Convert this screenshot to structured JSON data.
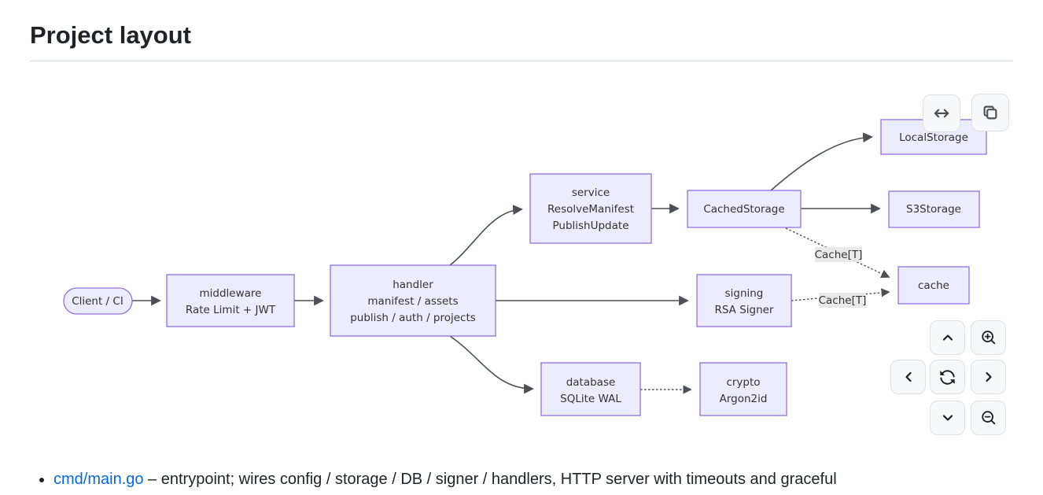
{
  "page": {
    "title": "Project layout"
  },
  "diagram": {
    "colors": {
      "node_fill": "#ECECFF",
      "node_stroke": "#9370DB",
      "node_text": "#333333",
      "edge": "#4b5056",
      "edge_label_bg": "#e8e8e8"
    },
    "nodes": {
      "client": {
        "lines": [
          "Client / CI"
        ]
      },
      "middleware": {
        "lines": [
          "middleware",
          "Rate Limit + JWT"
        ]
      },
      "handler": {
        "lines": [
          "handler",
          "manifest / assets",
          "publish / auth / projects"
        ]
      },
      "service": {
        "lines": [
          "service",
          "ResolveManifest",
          "PublishUpdate"
        ]
      },
      "cached_storage": {
        "lines": [
          "CachedStorage"
        ]
      },
      "local_storage": {
        "lines": [
          "LocalStorage"
        ]
      },
      "s3_storage": {
        "lines": [
          "S3Storage"
        ]
      },
      "cache": {
        "lines": [
          "cache"
        ]
      },
      "signing": {
        "lines": [
          "signing",
          "RSA Signer"
        ]
      },
      "database": {
        "lines": [
          "database",
          "SQLite WAL"
        ]
      },
      "crypto": {
        "lines": [
          "crypto",
          "Argon2id"
        ]
      }
    },
    "edge_labels": [
      "Cache[T]",
      "Cache[T]"
    ]
  },
  "controls": {
    "icons": {
      "expand": "↔",
      "copy": "⧉",
      "pan_up": "˄",
      "pan_down": "˅",
      "pan_left": "‹",
      "pan_right": "›",
      "reset": "⟳",
      "zoom_in": "⊕",
      "zoom_out": "⊖"
    }
  },
  "notes": {
    "item1": {
      "link_text": "cmd/main.go",
      "rest": " – entrypoint; wires config / storage / DB / signer / handlers, HTTP server with timeouts and graceful"
    }
  }
}
